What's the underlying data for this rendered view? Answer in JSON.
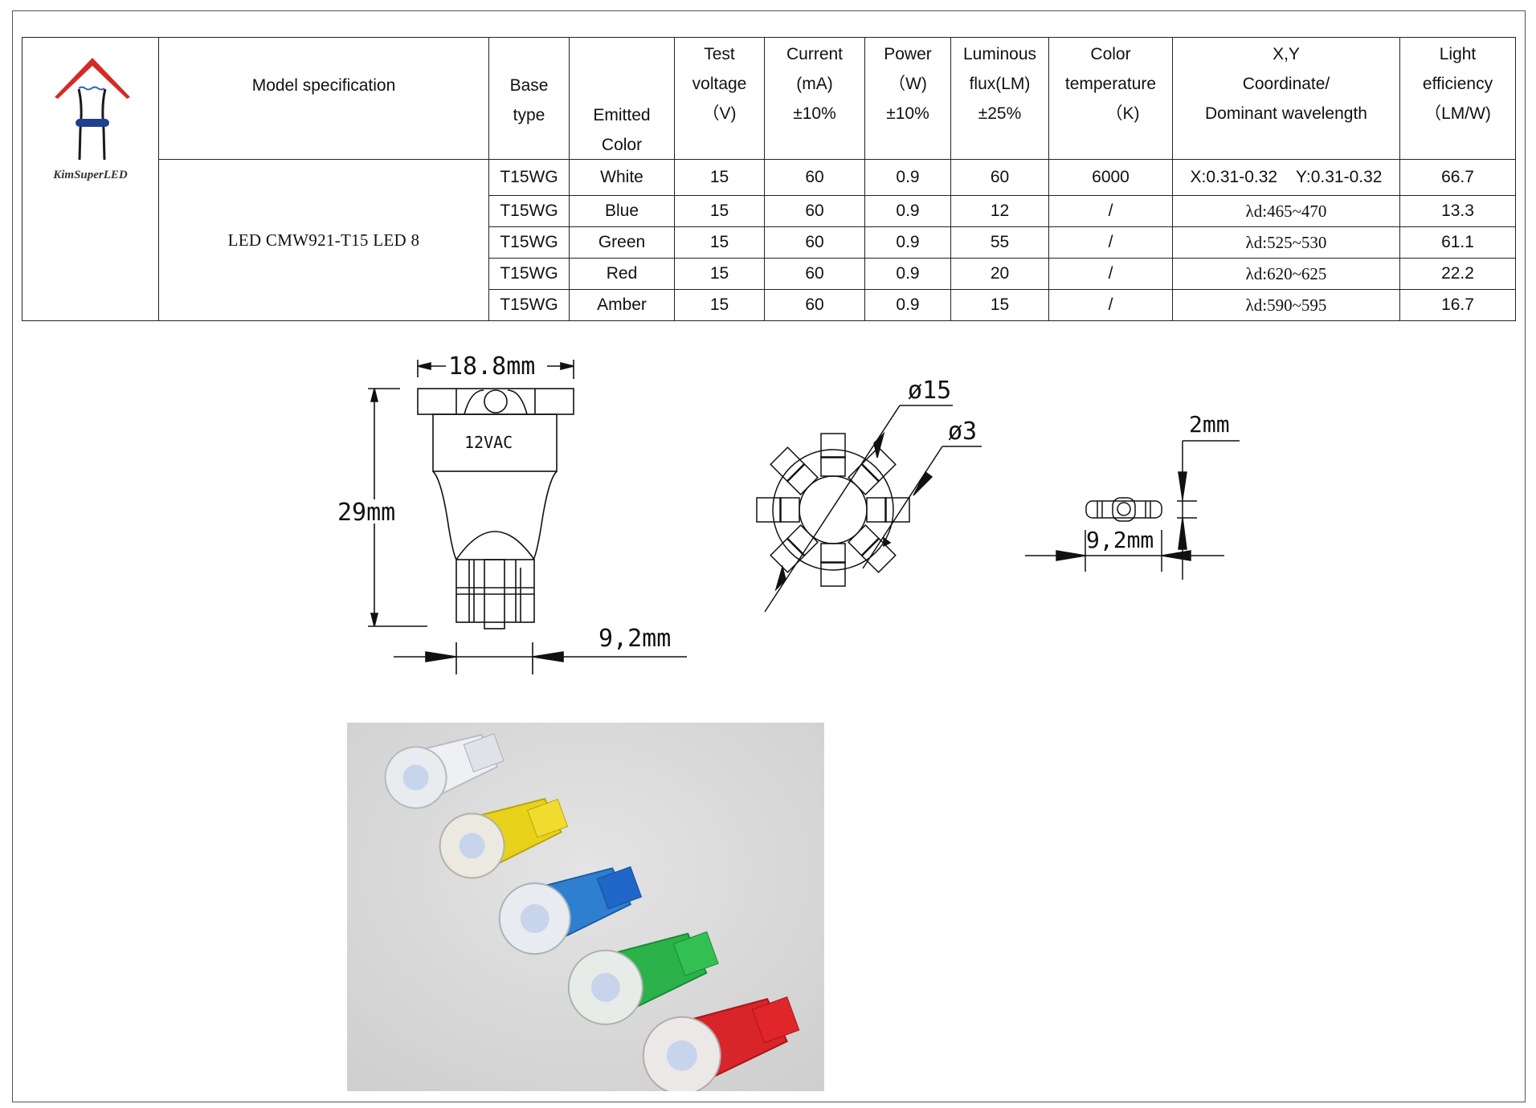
{
  "document": {
    "type": "LED product specification sheet"
  },
  "logo": {
    "brand": "KimSuperLED",
    "colors": {
      "roof": "#d42a24",
      "legs": "#1a1a1a",
      "bar": "#1f3f8f",
      "wave": "#2d5fb0"
    }
  },
  "table": {
    "headers": {
      "model": "Model specification",
      "base_type": [
        "Base",
        "type"
      ],
      "emitted_color": [
        "Emitted",
        "Color"
      ],
      "test_voltage": [
        "Test",
        "voltage",
        "（V)"
      ],
      "current": [
        "Current",
        "(mA)",
        "±10%"
      ],
      "power": [
        "Power",
        "（W)",
        "±10%"
      ],
      "luminous_flux": [
        "Luminous",
        "flux(LM)",
        "±25%"
      ],
      "color_temperature": [
        "Color",
        "temperature",
        "（K)"
      ],
      "xy_coordinate": [
        "X,Y",
        "Coordinate/",
        "Dominant wavelength"
      ],
      "light_efficiency": [
        "Light",
        "efficiency",
        "（LM/W)"
      ]
    },
    "model_name": "LED CMW921-T15 LED 8",
    "rows": [
      {
        "base_type": "T15WG",
        "color": "White",
        "voltage": "15",
        "current": "60",
        "power": "0.9",
        "flux": "60",
        "cct": "6000",
        "coord": "X:0.31-0.32    Y:0.31-0.32",
        "efficiency": "66.7"
      },
      {
        "base_type": "T15WG",
        "color": "Blue",
        "voltage": "15",
        "current": "60",
        "power": "0.9",
        "flux": "12",
        "cct": "/",
        "coord": "λd:465~470",
        "efficiency": "13.3"
      },
      {
        "base_type": "T15WG",
        "color": "Green",
        "voltage": "15",
        "current": "60",
        "power": "0.9",
        "flux": "55",
        "cct": "/",
        "coord": "λd:525~530",
        "efficiency": "61.1"
      },
      {
        "base_type": "T15WG",
        "color": "Red",
        "voltage": "15",
        "current": "60",
        "power": "0.9",
        "flux": "20",
        "cct": "/",
        "coord": "λd:620~625",
        "efficiency": "22.2"
      },
      {
        "base_type": "T15WG",
        "color": "Amber",
        "voltage": "15",
        "current": "60",
        "power": "0.9",
        "flux": "15",
        "cct": "/",
        "coord": "λd:590~595",
        "efficiency": "16.7"
      }
    ]
  },
  "drawings": {
    "side_view": {
      "width_label": "18.8mm",
      "height_label": "29mm",
      "base_label": "9,2mm",
      "body_label": "12VAC"
    },
    "top_view": {
      "outer_diameter_label": "ø15",
      "led_diameter_label": "ø3"
    },
    "bottom_view": {
      "thickness_label": "2mm",
      "base_label": "9,2mm"
    }
  },
  "photo": {
    "description": "Five T15 LED bulbs in a diagonal row",
    "bulbs": [
      {
        "color_name": "White",
        "color": "#e8eaee"
      },
      {
        "color_name": "Yellow",
        "color": "#e8d21a"
      },
      {
        "color_name": "Blue",
        "color": "#2e7fd0"
      },
      {
        "color_name": "Green",
        "color": "#2bb24a"
      },
      {
        "color_name": "Red",
        "color": "#d8252a"
      }
    ],
    "background": "#d9d9d9"
  }
}
